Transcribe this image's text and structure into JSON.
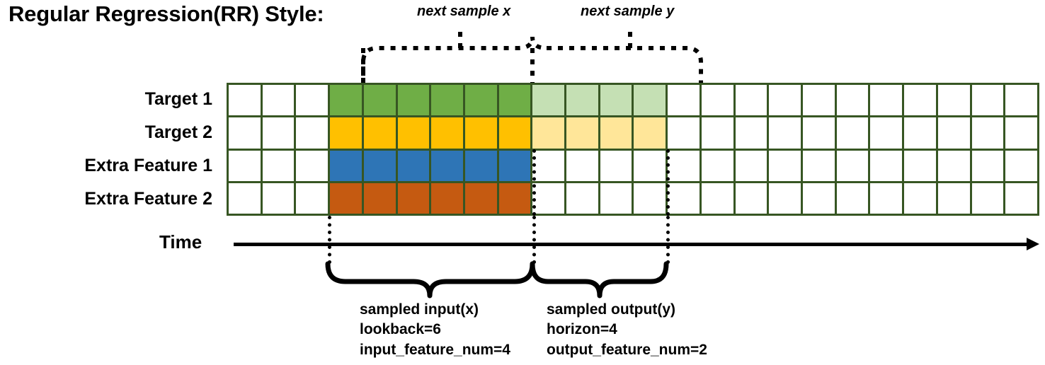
{
  "title": "Regular Regression(RR) Style:",
  "annotations": {
    "top_left": "next sample x",
    "top_right": "next sample y"
  },
  "rows": [
    {
      "label": "Target 1",
      "fill": "#6FAE46",
      "light_fill": "#C5E0B4",
      "has_light": true
    },
    {
      "label": "Target 2",
      "fill": "#FFC000",
      "light_fill": "#FFE699",
      "has_light": true
    },
    {
      "label": "Extra Feature 1",
      "fill": "#2E75B6",
      "light_fill": "#FFFFFF",
      "has_light": false
    },
    {
      "label": "Extra Feature 2",
      "fill": "#C55A11",
      "light_fill": "#FFFFFF",
      "has_light": false
    }
  ],
  "grid": {
    "total_columns": 24,
    "leading_blank_columns": 3,
    "input_start_column": 4,
    "input_columns": 6,
    "output_start_column": 10,
    "output_columns": 4,
    "trailing_blank_columns": 11,
    "border_color": "#375623",
    "empty_cell_color": "#FFFFFF"
  },
  "time_axis": {
    "label": "Time",
    "arrow": "right-arrow"
  },
  "captions": {
    "input": {
      "line1": "sampled input(x)",
      "line2": "lookback=6",
      "line3": "input_feature_num=4"
    },
    "output": {
      "line1": "sampled output(y)",
      "line2": "horizon=4",
      "line3": "output_feature_num=2"
    }
  },
  "colors": {
    "grid_border": "#375623",
    "target1": "#6FAE46",
    "target1_light": "#C5E0B4",
    "target2": "#FFC000",
    "target2_light": "#FFE699",
    "extra1": "#2E75B6",
    "extra2": "#C55A11",
    "ink": "#000000",
    "background": "#FFFFFF"
  }
}
